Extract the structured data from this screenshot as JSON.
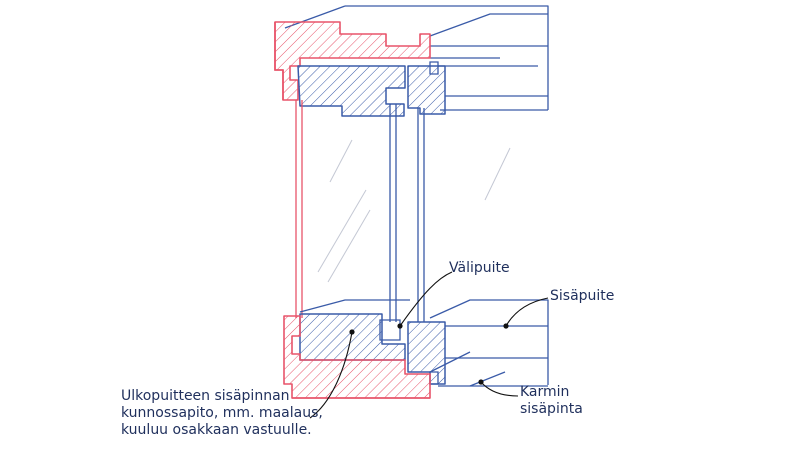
{
  "labels": {
    "valipuite": "Välipuite",
    "sisapuite": "Sisäpuite",
    "karmin_sisapinta": [
      "Karmin",
      "sisäpinta"
    ],
    "note": [
      "Ulkopuitteen sisäpinnan",
      "kunnossapito, mm. maalaus,",
      "kuuluu osakkaan vastuulle."
    ]
  },
  "colors": {
    "outer_sash": "#e8546a",
    "inner_parts": "#3a5ba8",
    "text": "#1f2f5c",
    "leader": "#111111",
    "glass": "#c4c8d4"
  }
}
